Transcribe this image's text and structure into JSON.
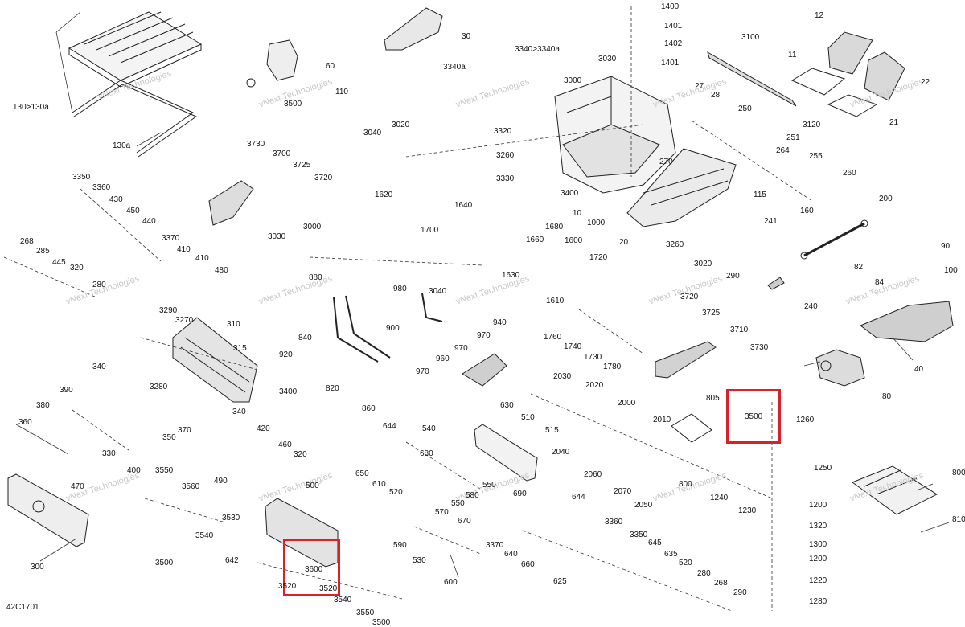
{
  "diagram_ref": "42C1701",
  "watermark_lines": [
    "vNext",
    "Technologies"
  ],
  "highlight_color": "#d8222a",
  "callouts": [
    {
      "id": "c1400",
      "text": "1400"
    },
    {
      "id": "c1401a",
      "text": "1401"
    },
    {
      "id": "c1402",
      "text": "1402"
    },
    {
      "id": "c1401b",
      "text": "1401"
    },
    {
      "id": "c30",
      "text": "30"
    },
    {
      "id": "c60",
      "text": "60"
    },
    {
      "id": "c110",
      "text": "110"
    },
    {
      "id": "c3500a",
      "text": "3500"
    },
    {
      "id": "c130r",
      "text": "130>130a"
    },
    {
      "id": "c130a",
      "text": "130a"
    },
    {
      "id": "c3340r",
      "text": "3340>3340a"
    },
    {
      "id": "c3340a",
      "text": "3340a"
    },
    {
      "id": "c3030a",
      "text": "3030"
    },
    {
      "id": "c3000a",
      "text": "3000"
    },
    {
      "id": "c27",
      "text": "27"
    },
    {
      "id": "c28",
      "text": "28"
    },
    {
      "id": "c3100",
      "text": "3100"
    },
    {
      "id": "c12",
      "text": "12"
    },
    {
      "id": "c11",
      "text": "11"
    },
    {
      "id": "c22",
      "text": "22"
    },
    {
      "id": "c21",
      "text": "21"
    },
    {
      "id": "c3120",
      "text": "3120"
    },
    {
      "id": "c250",
      "text": "250"
    },
    {
      "id": "c251",
      "text": "251"
    },
    {
      "id": "c264",
      "text": "264"
    },
    {
      "id": "c255",
      "text": "255"
    },
    {
      "id": "c260",
      "text": "260"
    },
    {
      "id": "c270",
      "text": "270"
    },
    {
      "id": "c3040a",
      "text": "3040"
    },
    {
      "id": "c3020a",
      "text": "3020"
    },
    {
      "id": "c3320",
      "text": "3320"
    },
    {
      "id": "c3260a",
      "text": "3260"
    },
    {
      "id": "c3330",
      "text": "3330"
    },
    {
      "id": "c3400a",
      "text": "3400"
    },
    {
      "id": "c10",
      "text": "10"
    },
    {
      "id": "c1000",
      "text": "1000"
    },
    {
      "id": "c115",
      "text": "115"
    },
    {
      "id": "c200",
      "text": "200"
    },
    {
      "id": "c160",
      "text": "160"
    },
    {
      "id": "c241",
      "text": "241"
    },
    {
      "id": "c20",
      "text": "20"
    },
    {
      "id": "c3260b",
      "text": "3260"
    },
    {
      "id": "c3020b",
      "text": "3020"
    },
    {
      "id": "c290a",
      "text": "290"
    },
    {
      "id": "c3730a",
      "text": "3730"
    },
    {
      "id": "c3700",
      "text": "3700"
    },
    {
      "id": "c3725a",
      "text": "3725"
    },
    {
      "id": "c3720a",
      "text": "3720"
    },
    {
      "id": "c3350a",
      "text": "3350"
    },
    {
      "id": "c3360a",
      "text": "3360"
    },
    {
      "id": "c430",
      "text": "430"
    },
    {
      "id": "c450",
      "text": "450"
    },
    {
      "id": "c440",
      "text": "440"
    },
    {
      "id": "c3370a",
      "text": "3370"
    },
    {
      "id": "c410a",
      "text": "410"
    },
    {
      "id": "c410b",
      "text": "410"
    },
    {
      "id": "c480",
      "text": "480"
    },
    {
      "id": "c268a",
      "text": "268"
    },
    {
      "id": "c285",
      "text": "285"
    },
    {
      "id": "c445",
      "text": "445"
    },
    {
      "id": "c320a",
      "text": "320"
    },
    {
      "id": "c280a",
      "text": "280"
    },
    {
      "id": "c1620",
      "text": "1620"
    },
    {
      "id": "c1640",
      "text": "1640"
    },
    {
      "id": "c1680",
      "text": "1680"
    },
    {
      "id": "c1700",
      "text": "1700"
    },
    {
      "id": "c1660",
      "text": "1660"
    },
    {
      "id": "c1600",
      "text": "1600"
    },
    {
      "id": "c3030b",
      "text": "3030"
    },
    {
      "id": "c3000b",
      "text": "3000"
    },
    {
      "id": "c1630",
      "text": "1630"
    },
    {
      "id": "c3040b",
      "text": "3040"
    },
    {
      "id": "c1610",
      "text": "1610"
    },
    {
      "id": "c1720",
      "text": "1720"
    },
    {
      "id": "c880",
      "text": "880"
    },
    {
      "id": "c980",
      "text": "980"
    },
    {
      "id": "c900",
      "text": "900"
    },
    {
      "id": "c940",
      "text": "940"
    },
    {
      "id": "c970a",
      "text": "970"
    },
    {
      "id": "c970b",
      "text": "970"
    },
    {
      "id": "c960",
      "text": "960"
    },
    {
      "id": "c970c",
      "text": "970"
    },
    {
      "id": "c840",
      "text": "840"
    },
    {
      "id": "c920",
      "text": "920"
    },
    {
      "id": "c820",
      "text": "820"
    },
    {
      "id": "c860",
      "text": "860"
    },
    {
      "id": "c3290",
      "text": "3290"
    },
    {
      "id": "c3270",
      "text": "3270"
    },
    {
      "id": "c310",
      "text": "310"
    },
    {
      "id": "c315",
      "text": "315"
    },
    {
      "id": "c3280",
      "text": "3280"
    },
    {
      "id": "c3400b",
      "text": "3400"
    },
    {
      "id": "c240",
      "text": "240"
    },
    {
      "id": "c3720b",
      "text": "3720"
    },
    {
      "id": "c3725b",
      "text": "3725"
    },
    {
      "id": "c3710",
      "text": "3710"
    },
    {
      "id": "c3730b",
      "text": "3730"
    },
    {
      "id": "c1760",
      "text": "1760"
    },
    {
      "id": "c1740",
      "text": "1740"
    },
    {
      "id": "c1730",
      "text": "1730"
    },
    {
      "id": "c1780",
      "text": "1780"
    },
    {
      "id": "c90",
      "text": "90"
    },
    {
      "id": "c82",
      "text": "82"
    },
    {
      "id": "c84",
      "text": "84"
    },
    {
      "id": "c100",
      "text": "100"
    },
    {
      "id": "c40",
      "text": "40"
    },
    {
      "id": "c80",
      "text": "80"
    },
    {
      "id": "c340a",
      "text": "340"
    },
    {
      "id": "c390",
      "text": "390"
    },
    {
      "id": "c380",
      "text": "380"
    },
    {
      "id": "c370",
      "text": "370"
    },
    {
      "id": "c360",
      "text": "360"
    },
    {
      "id": "c350",
      "text": "350"
    },
    {
      "id": "c340b",
      "text": "340"
    },
    {
      "id": "c420",
      "text": "420"
    },
    {
      "id": "c330",
      "text": "330"
    },
    {
      "id": "c400",
      "text": "400"
    },
    {
      "id": "c490",
      "text": "490"
    },
    {
      "id": "c460",
      "text": "460"
    },
    {
      "id": "c320b",
      "text": "320"
    },
    {
      "id": "c3550a",
      "text": "3550"
    },
    {
      "id": "c3560",
      "text": "3560"
    },
    {
      "id": "c470",
      "text": "470"
    },
    {
      "id": "c3530",
      "text": "3530"
    },
    {
      "id": "c3540a",
      "text": "3540"
    },
    {
      "id": "c300",
      "text": "300"
    },
    {
      "id": "c3500b",
      "text": "3500"
    },
    {
      "id": "c500",
      "text": "500"
    },
    {
      "id": "c642",
      "text": "642"
    },
    {
      "id": "c3600",
      "text": "3600"
    },
    {
      "id": "c3520a",
      "text": "3520"
    },
    {
      "id": "c3520b",
      "text": "3520"
    },
    {
      "id": "c3540b",
      "text": "3540"
    },
    {
      "id": "c3550b",
      "text": "3550"
    },
    {
      "id": "c3500c",
      "text": "3500"
    },
    {
      "id": "c2030",
      "text": "2030"
    },
    {
      "id": "c2020",
      "text": "2020"
    },
    {
      "id": "c2000",
      "text": "2000"
    },
    {
      "id": "c2010",
      "text": "2010"
    },
    {
      "id": "c805",
      "text": "805"
    },
    {
      "id": "c3500d",
      "text": "3500"
    },
    {
      "id": "c1260",
      "text": "1260"
    },
    {
      "id": "c630",
      "text": "630"
    },
    {
      "id": "c510",
      "text": "510"
    },
    {
      "id": "c515",
      "text": "515"
    },
    {
      "id": "c644a",
      "text": "644"
    },
    {
      "id": "c540",
      "text": "540"
    },
    {
      "id": "c2040",
      "text": "2040"
    },
    {
      "id": "c2060",
      "text": "2060"
    },
    {
      "id": "c2070",
      "text": "2070"
    },
    {
      "id": "c2050",
      "text": "2050"
    },
    {
      "id": "c800a",
      "text": "800"
    },
    {
      "id": "c650",
      "text": "650"
    },
    {
      "id": "c610",
      "text": "610"
    },
    {
      "id": "c520a",
      "text": "520"
    },
    {
      "id": "c680",
      "text": "680"
    },
    {
      "id": "c580",
      "text": "580"
    },
    {
      "id": "c550",
      "text": "550"
    },
    {
      "id": "c570",
      "text": "570"
    },
    {
      "id": "c690",
      "text": "690"
    },
    {
      "id": "c550b",
      "text": "550"
    },
    {
      "id": "c1250",
      "text": "1250"
    },
    {
      "id": "c1240",
      "text": "1240"
    },
    {
      "id": "c1230",
      "text": "1230"
    },
    {
      "id": "c1200a",
      "text": "1200"
    },
    {
      "id": "c1320",
      "text": "1320"
    },
    {
      "id": "c1300",
      "text": "1300"
    },
    {
      "id": "c1200b",
      "text": "1200"
    },
    {
      "id": "c1220",
      "text": "1220"
    },
    {
      "id": "c1280",
      "text": "1280"
    },
    {
      "id": "c800b",
      "text": "800"
    },
    {
      "id": "c810",
      "text": "810"
    },
    {
      "id": "c670",
      "text": "670"
    },
    {
      "id": "c590",
      "text": "590"
    },
    {
      "id": "c530",
      "text": "530"
    },
    {
      "id": "c600",
      "text": "600"
    },
    {
      "id": "c3370b",
      "text": "3370"
    },
    {
      "id": "c640",
      "text": "640"
    },
    {
      "id": "c660",
      "text": "660"
    },
    {
      "id": "c644b",
      "text": "644"
    },
    {
      "id": "c625",
      "text": "625"
    },
    {
      "id": "c3360b",
      "text": "3360"
    },
    {
      "id": "c3350b",
      "text": "3350"
    },
    {
      "id": "c645",
      "text": "645"
    },
    {
      "id": "c635",
      "text": "635"
    },
    {
      "id": "c520b",
      "text": "520"
    },
    {
      "id": "c280b",
      "text": "280"
    },
    {
      "id": "c268b",
      "text": "268"
    },
    {
      "id": "c290b",
      "text": "290"
    }
  ]
}
